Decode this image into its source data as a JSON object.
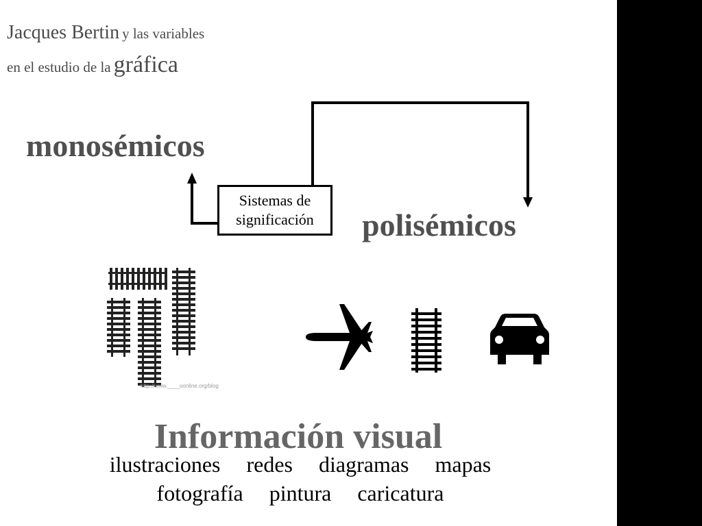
{
  "header": {
    "line1_part1": "Jacques Bertin",
    "line1_part2": "y las variables",
    "line2_part1": "en el estudio de la",
    "line2_part2": "gráfica"
  },
  "diagram": {
    "mono_label": "monosémicos",
    "poli_label": "polisémicos",
    "box_line1": "Sistemas de",
    "box_line2": "significación"
  },
  "images": {
    "rails_icon": "railway-tracks-icon",
    "airplane_icon": "airplane-icon",
    "track_icon": "railway-track-icon",
    "car_icon": "car-icon",
    "watermark": "http://www.____oonline.org/blog"
  },
  "info": {
    "title": "Información visual",
    "row1": [
      "ilustraciones",
      "redes",
      "diagramas",
      "mapas"
    ],
    "row2": [
      "fotografía",
      "pintura",
      "caricatura"
    ]
  },
  "colors": {
    "title_gray": "#4a4a4a",
    "label_gray": "#505050",
    "info_gray": "#666666",
    "side_bar": "#000000"
  }
}
